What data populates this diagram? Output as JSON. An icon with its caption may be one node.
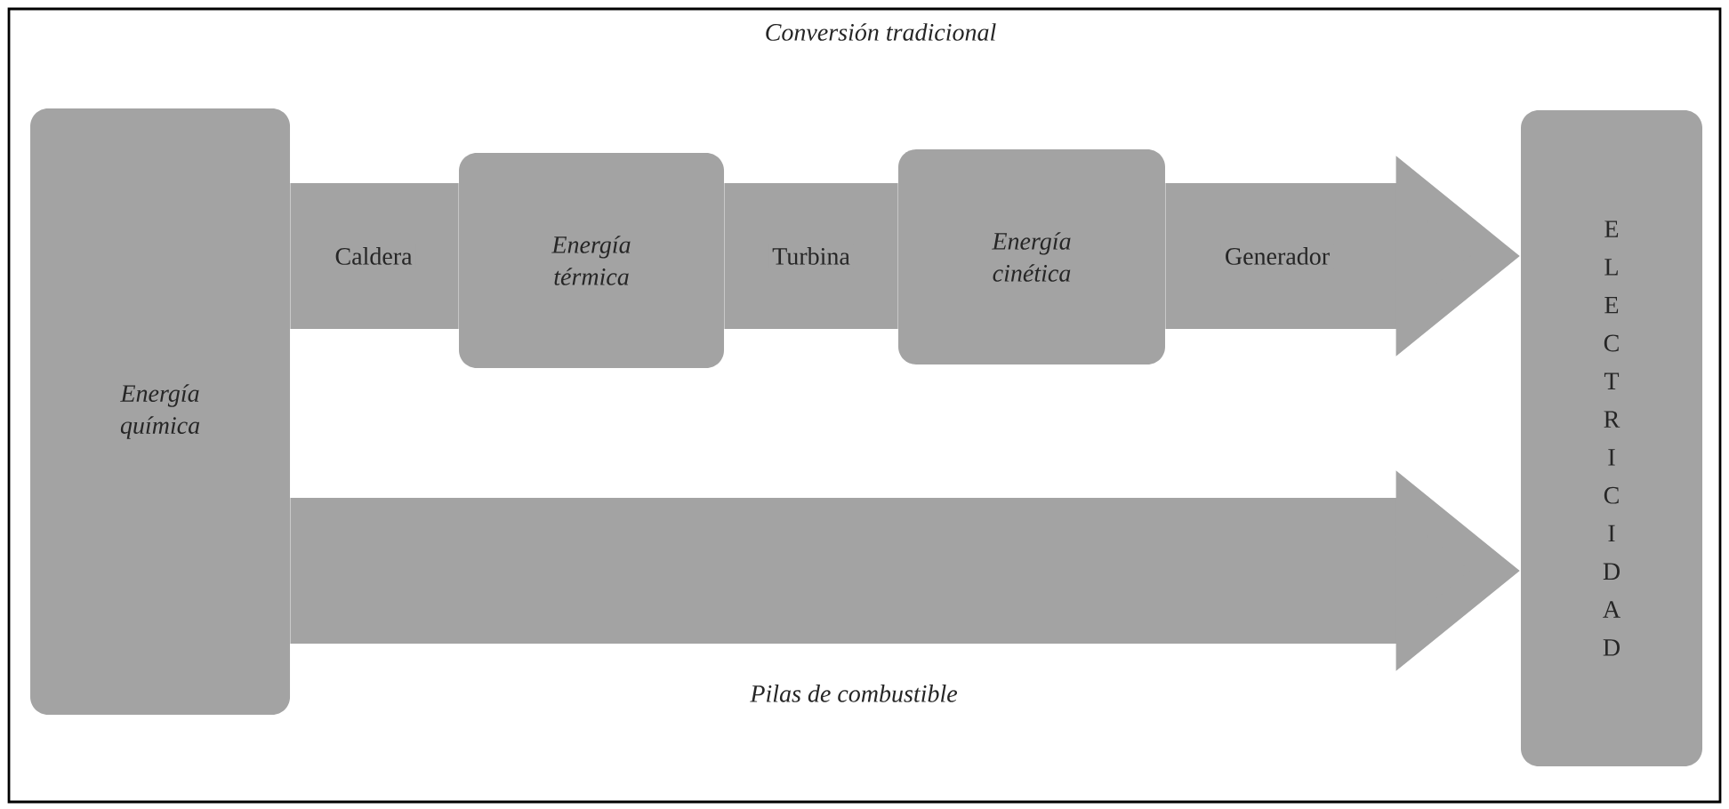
{
  "diagram": {
    "nodes": [
      {
        "text": [
          "Energía química"
        ]
      },
      {
        "text": [
          "Energía térmica"
        ]
      },
      {
        "text": [
          "Energía cinética"
        ]
      },
      {
        "text": [
          "ELECTRICIDAD"
        ]
      }
    ],
    "edges": [
      {
        "from": 0,
        "to": 1,
        "arrow": "none",
        "label": "Caldera"
      },
      {
        "from": 1,
        "to": 2,
        "arrow": "none",
        "label": "Turbina"
      },
      {
        "from": 2,
        "to": 3,
        "arrow": "to",
        "label": "Generador"
      },
      {
        "from": 0,
        "to": 3,
        "arrow": "to",
        "label": "Pilas de combustible"
      }
    ],
    "labels": [
      "Conversión tradicional"
    ]
  }
}
